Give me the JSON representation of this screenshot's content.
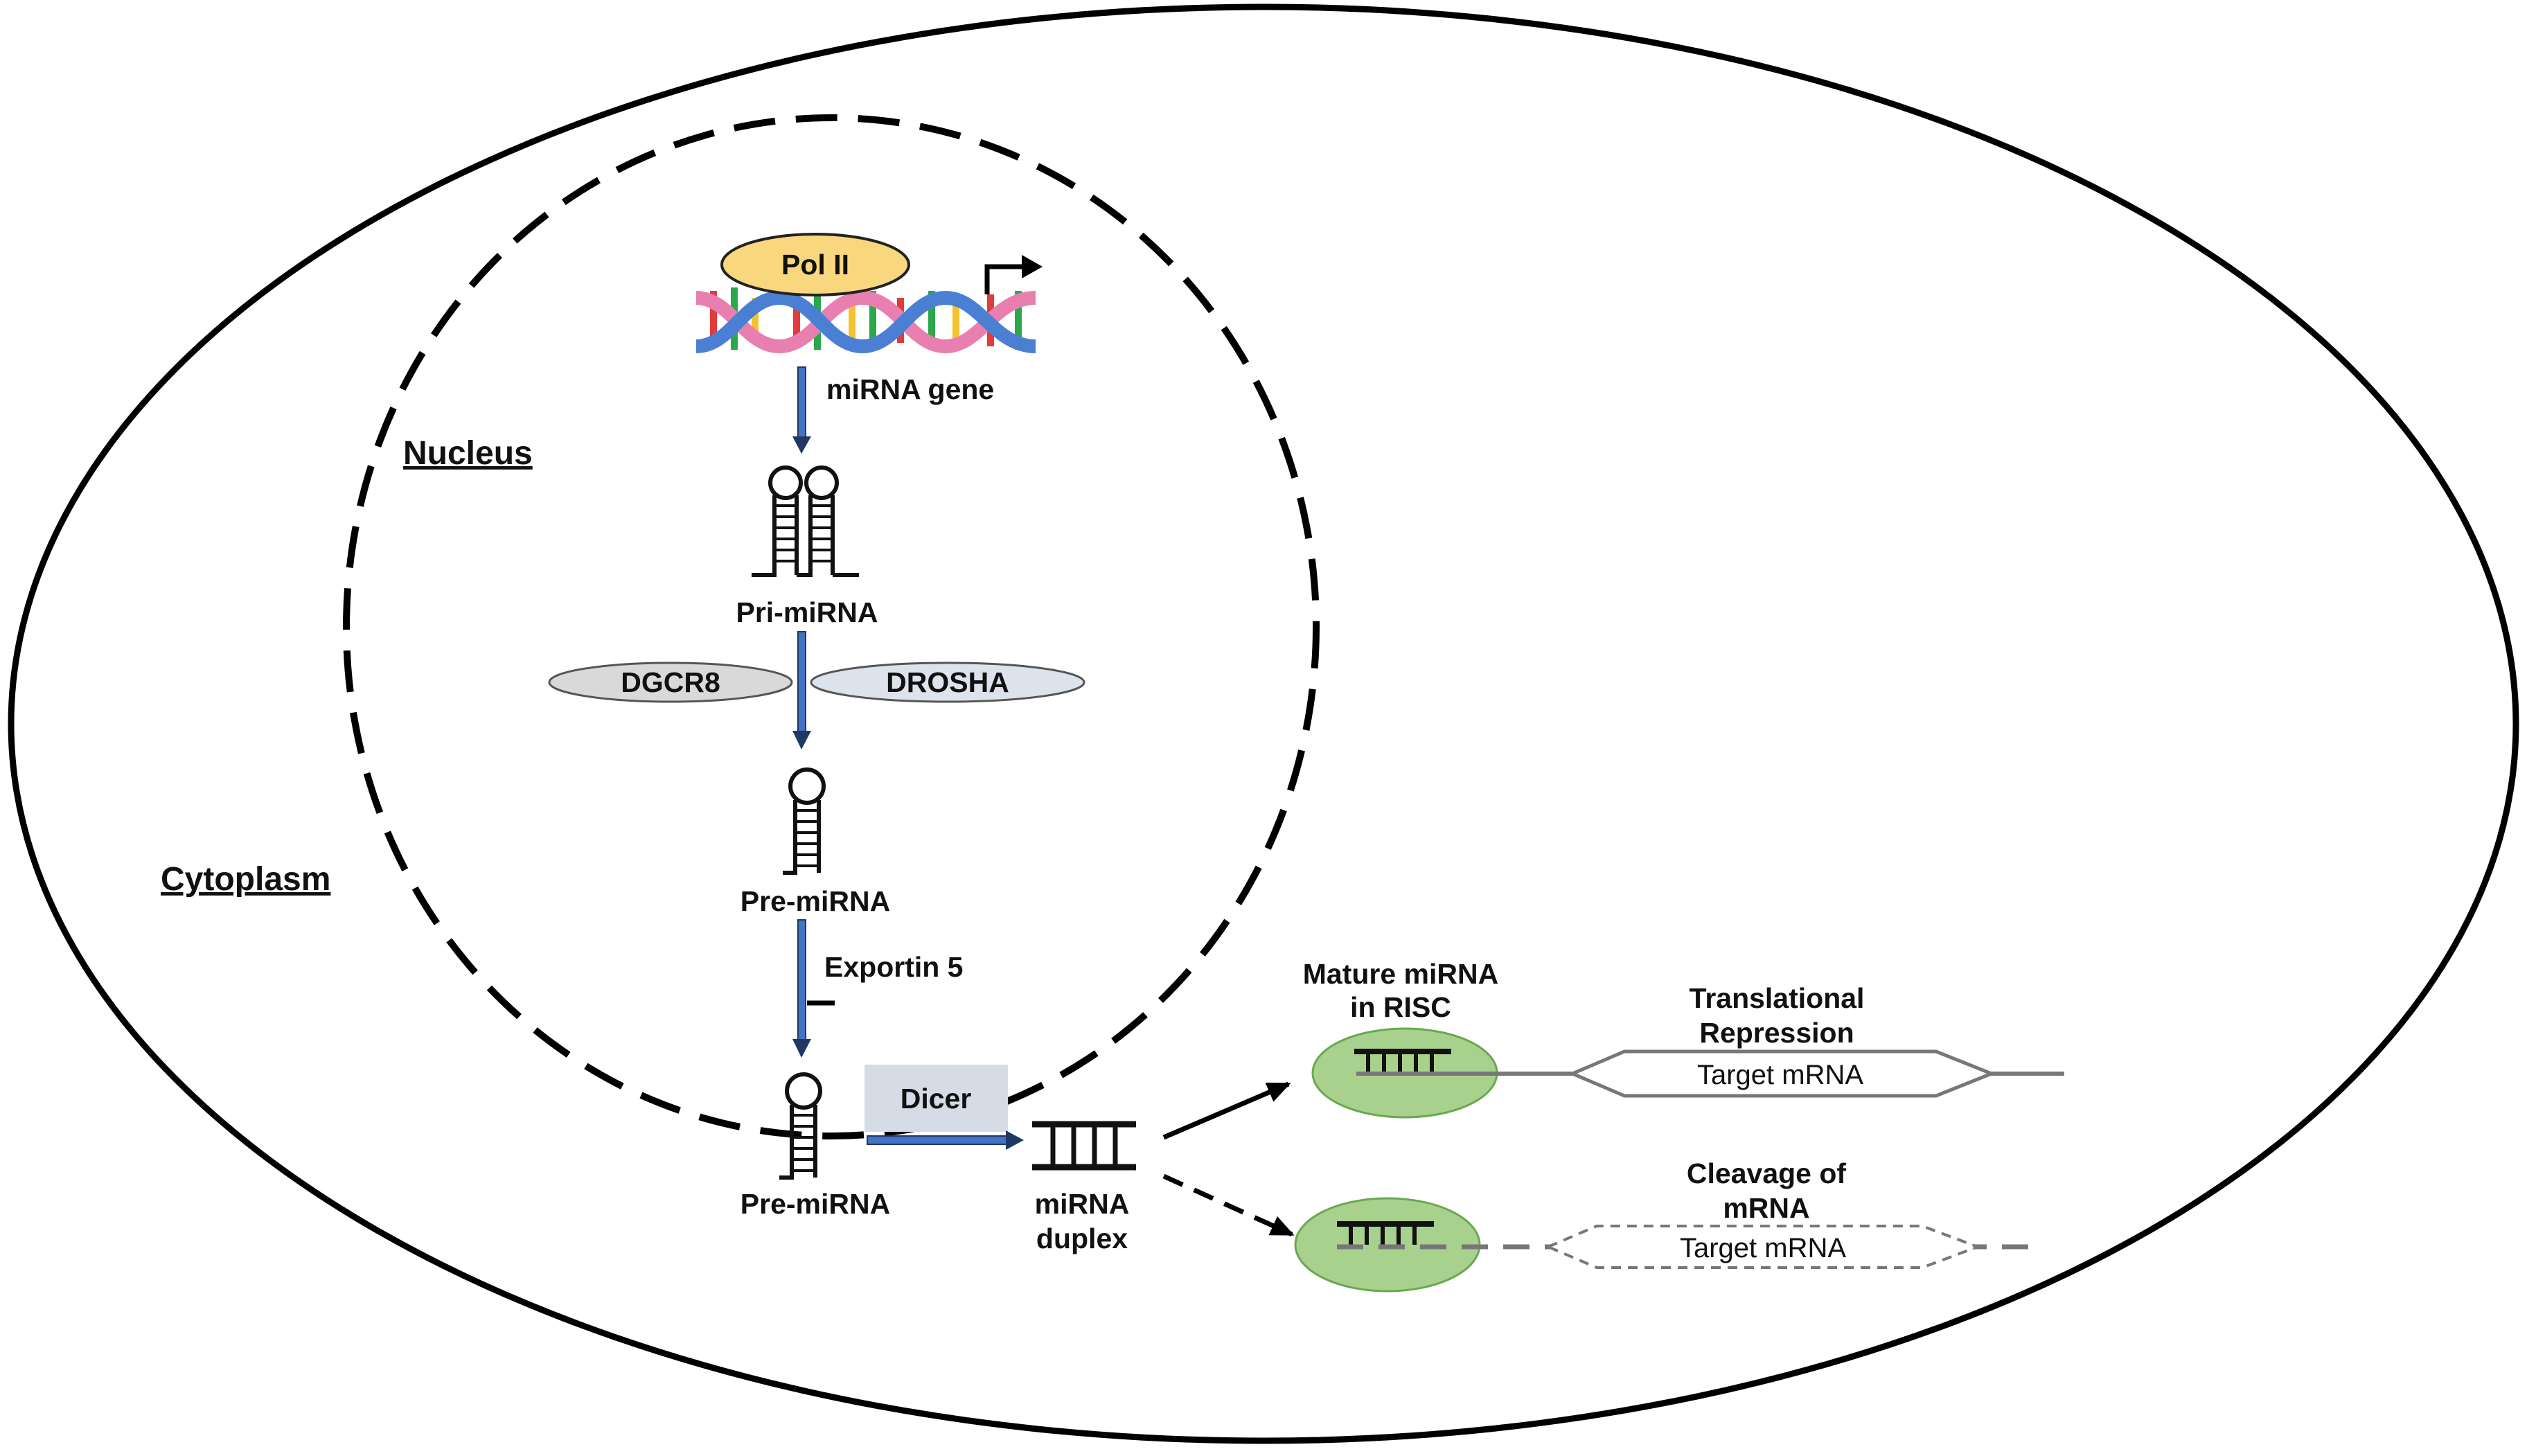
{
  "labels": {
    "nucleus": "Nucleus",
    "cytoplasm": "Cytoplasm",
    "pol_ii": "Pol II",
    "mirna_gene": "miRNA gene",
    "pri_mirna": "Pri-miRNA",
    "dgcr8": "DGCR8",
    "drosha": "DROSHA",
    "pre_mirna_nucleus": "Pre-miRNA",
    "exportin": "Exportin 5",
    "pre_mirna_cytoplasm": "Pre-miRNA",
    "dicer": "Dicer",
    "mirna_duplex_1": "miRNA",
    "mirna_duplex_2": "duplex",
    "mature_1": "Mature miRNA",
    "mature_2": "in RISC",
    "translational_1": "Translational",
    "translational_2": "Repression",
    "target_mrna_1": "Target mRNA",
    "cleavage_1": "Cleavage of",
    "cleavage_2": "mRNA",
    "target_mrna_2": "Target mRNA"
  },
  "colors": {
    "pol_ii": "#f9d77e",
    "dgcr8": "#d9d9d9",
    "drosha": "#dde3ec",
    "dicer_box": "#d6dce5",
    "arrow_blue": "#4472c4",
    "risc_green": "#a9d18e",
    "dna_pink": "#e87fb0",
    "dna_blue": "#4a7fd4"
  }
}
